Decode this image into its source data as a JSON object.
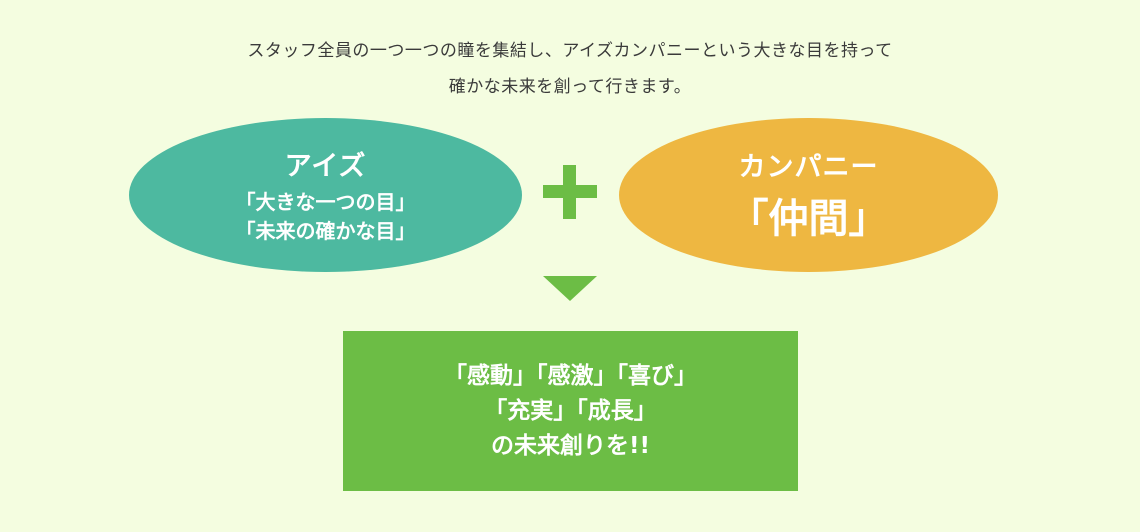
{
  "intro": {
    "line1": "スタッフ全員の一つ一つの瞳を集結し、アイズカンパニーという大きな目を持って",
    "line2": "確かな未来を創って行きます。"
  },
  "eyes": {
    "title": "アイズ",
    "line1": "「大きな一つの目」",
    "line2": "「未来の確かな目」",
    "color": "#4db9a0"
  },
  "company": {
    "title": "カンパニー",
    "word": "「仲間」",
    "color": "#eeb741"
  },
  "plus_icon": "plus-icon",
  "arrow_icon": "down-triangle-icon",
  "result": {
    "line1": "「感動」「感激」「喜び」",
    "line2": "「充実」「成長」",
    "line3": "の未来創りを!!",
    "color": "#6cbd45"
  },
  "background_color": "#f4fde0"
}
